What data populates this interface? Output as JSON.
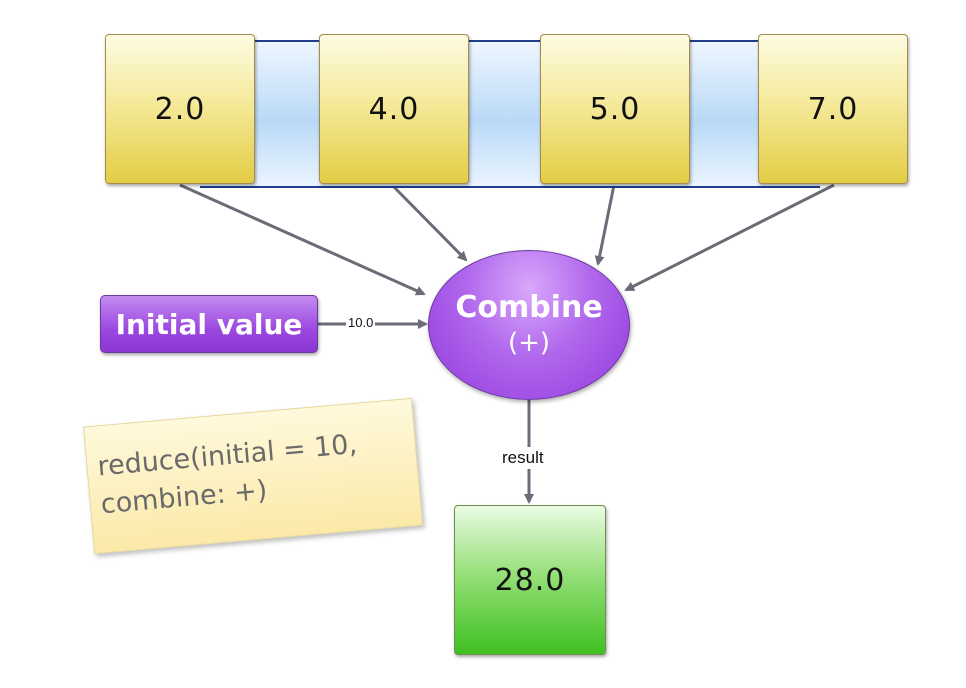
{
  "array": {
    "elements": [
      "2.0",
      "4.0",
      "5.0",
      "7.0"
    ]
  },
  "initial_value": {
    "label": "Initial value",
    "edge_label": "10.0"
  },
  "combine": {
    "title": "Combine",
    "operator": "(+)"
  },
  "result": {
    "edge_label": "result",
    "value": "28.0"
  },
  "note": {
    "line1": "reduce(initial = 10,",
    "line2": "combine: +)"
  },
  "colors": {
    "element_fill": "#f2e285",
    "combine_fill": "#a855e6",
    "result_fill": "#4ec62e",
    "arrow": "#6a6d78",
    "strip_fill": "#b9d9f7"
  }
}
